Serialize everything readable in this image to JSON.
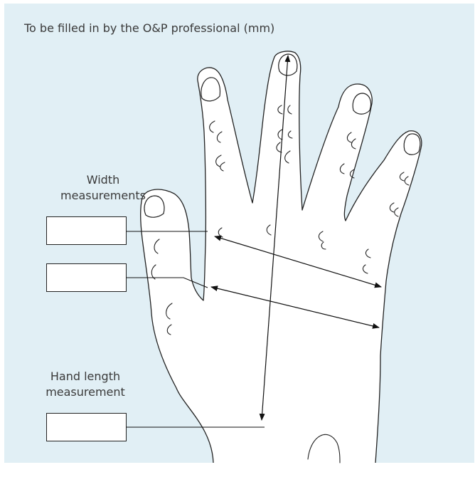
{
  "title": "To be filled in by the O&P professional (mm)",
  "width_label": {
    "line1": "Width",
    "line2": "measurements"
  },
  "length_label": {
    "line1": "Hand length",
    "line2": "measurement"
  },
  "inputs": {
    "width_1": "",
    "width_2": "",
    "hand_length": ""
  },
  "colors": {
    "panel": "#e1eff5",
    "line": "#222222",
    "text": "#3a3a3a"
  }
}
